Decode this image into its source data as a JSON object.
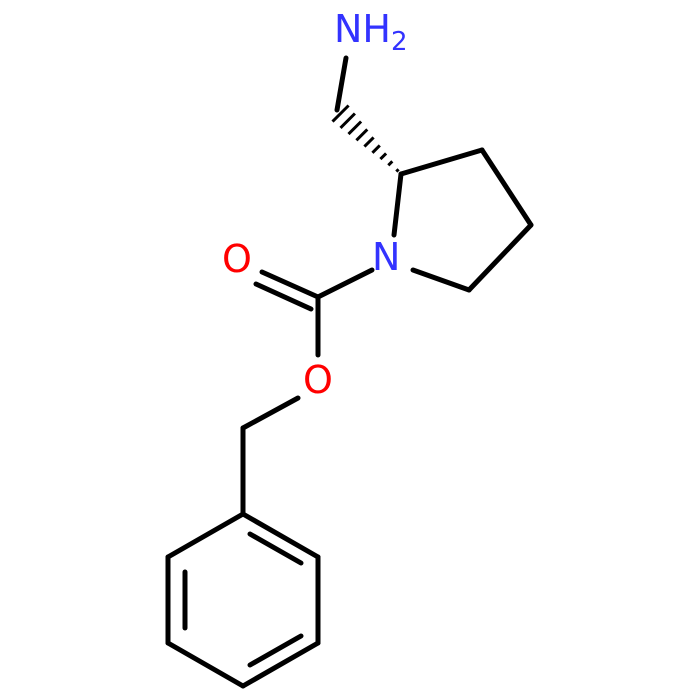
{
  "molecule": {
    "colors": {
      "bond": "#000000",
      "nitrogen": "#3333ff",
      "oxygen": "#ff0000",
      "background": "#ffffff"
    },
    "atoms": {
      "amine": {
        "symbol": "NH",
        "subscript": "2",
        "color": "#3333ff"
      },
      "ring_nitrogen": {
        "symbol": "N",
        "color": "#3333ff"
      },
      "carbonyl_oxygen": {
        "symbol": "O",
        "color": "#ff0000"
      },
      "ester_oxygen": {
        "symbol": "O",
        "color": "#ff0000"
      }
    }
  }
}
